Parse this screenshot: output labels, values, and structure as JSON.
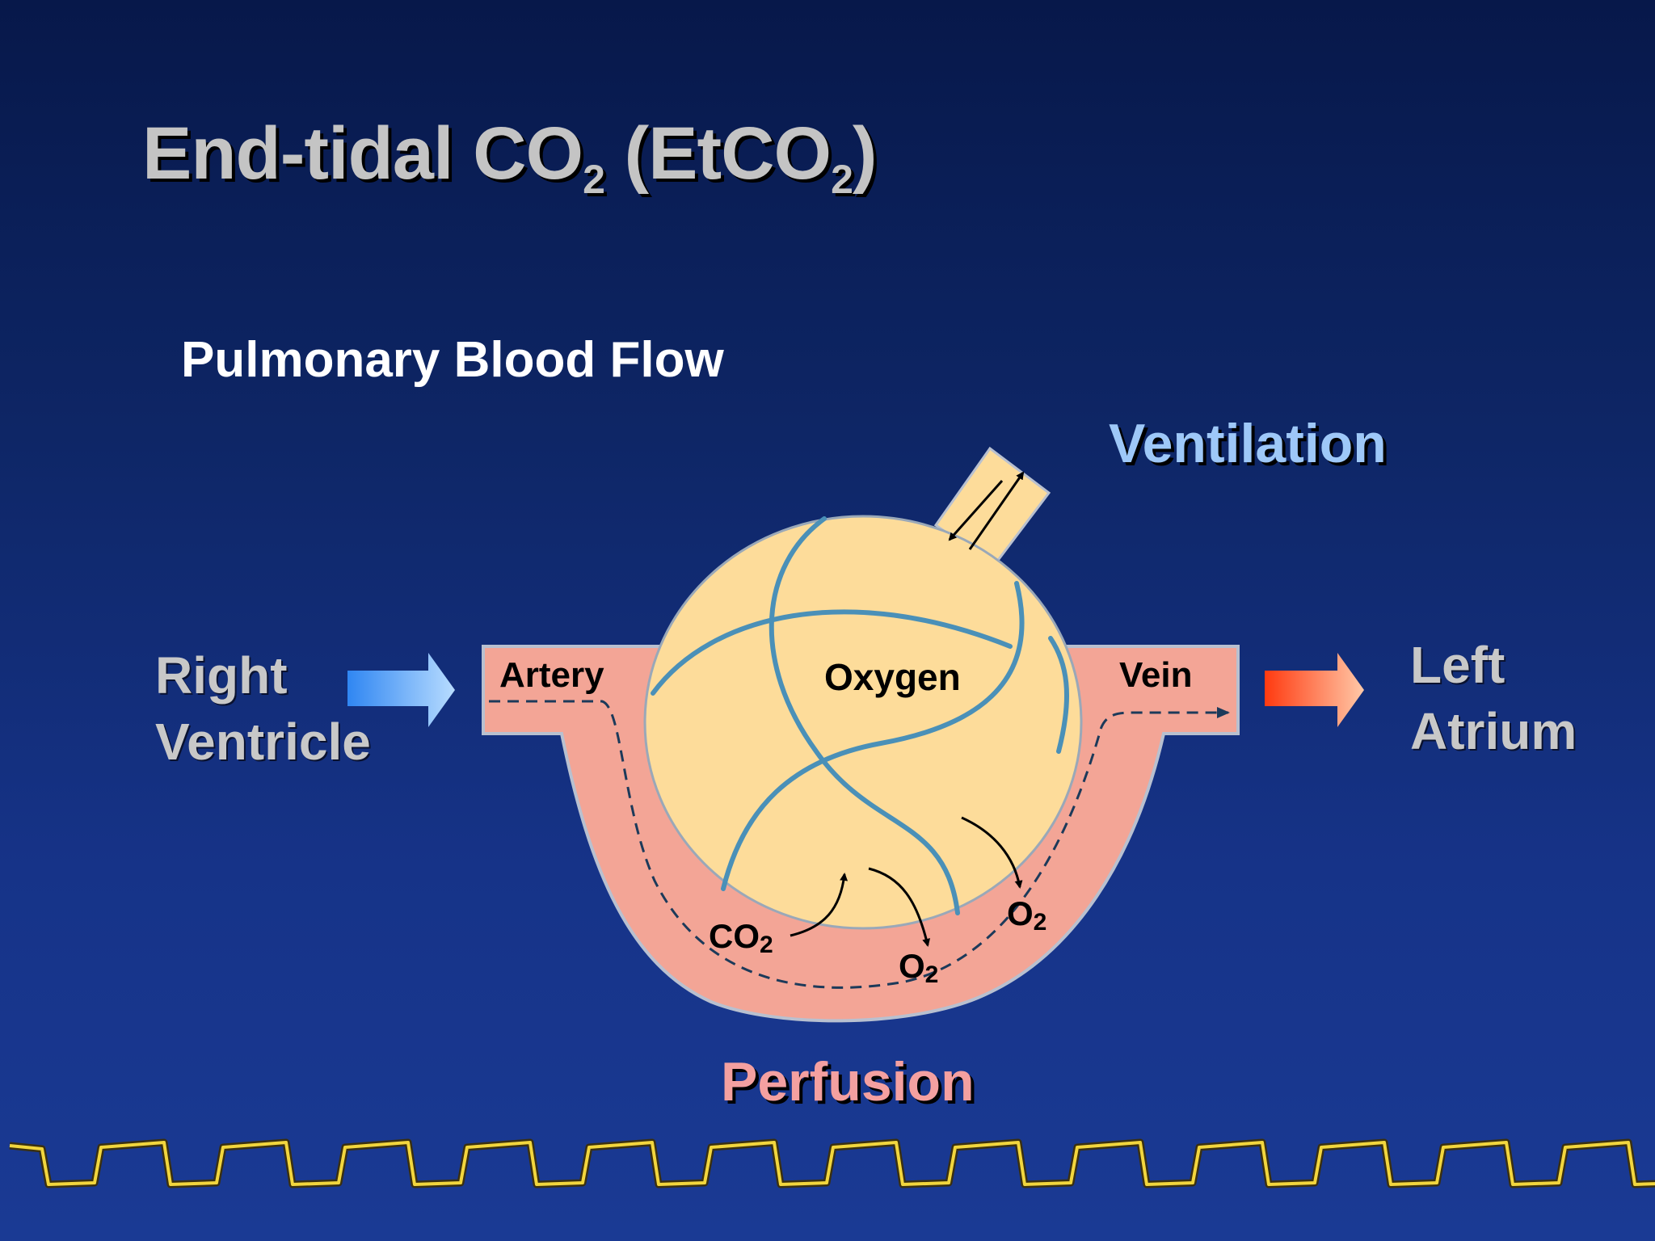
{
  "slide": {
    "title_main": "End-tidal CO",
    "title_sub1": "2",
    "title_mid": " (EtCO",
    "title_sub2": "2",
    "title_end": ")",
    "subtitle": "Pulmonary Blood Flow"
  },
  "diagram": {
    "right_ventricle_line1": "Right",
    "right_ventricle_line2": "Ventricle",
    "left_atrium_line1": "Left",
    "left_atrium_line2": "Atrium",
    "ventilation": "Ventilation",
    "perfusion": "Perfusion",
    "artery": "Artery",
    "vein": "Vein",
    "oxygen": "Oxygen",
    "co2_base": "CO",
    "o2_base": "O",
    "subscript": "2"
  },
  "colors": {
    "background_top": "#07184a",
    "background_bottom": "#1a3a94",
    "alveolus": "#fddc9a",
    "vessel": "#f3a596",
    "capillary": "#4a90b8",
    "waveform": "#f2d63e",
    "in_arrow": "#3a8ef5",
    "out_arrow": "#ff4a1a"
  },
  "icons": [
    "right-arrow-icon",
    "right-arrow-icon"
  ]
}
